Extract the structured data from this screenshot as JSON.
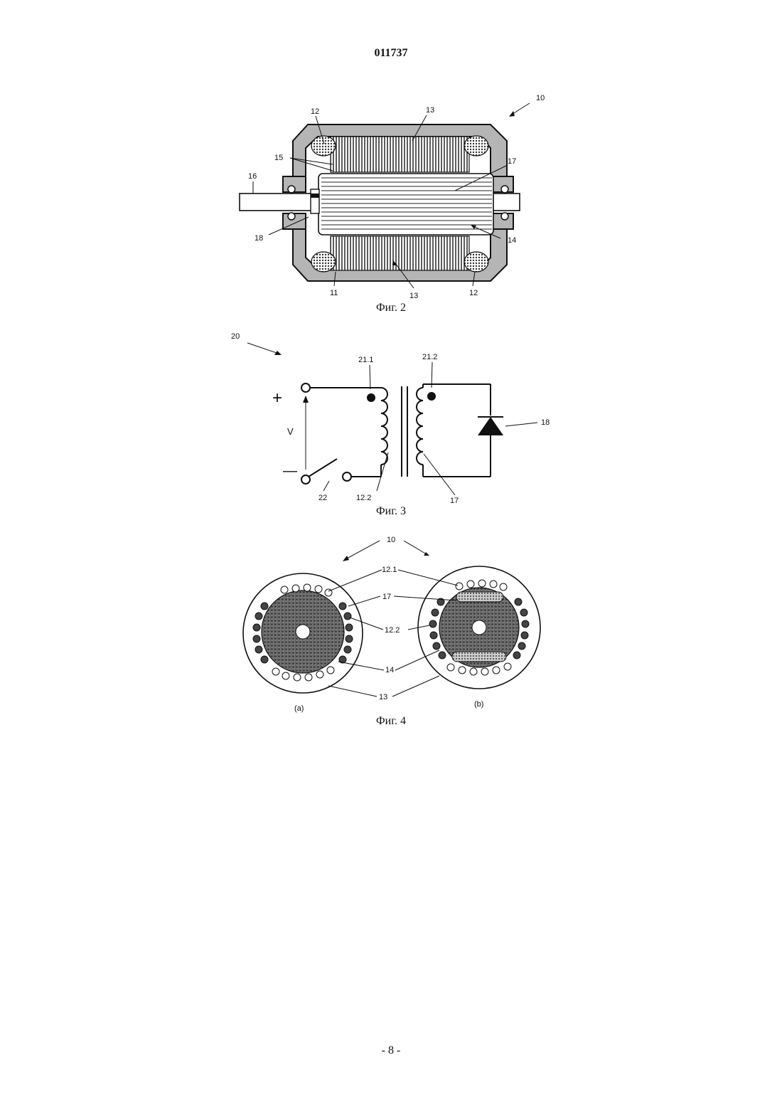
{
  "header": {
    "patent_number": "011737"
  },
  "fig2": {
    "caption": "Фиг. 2",
    "labels": {
      "l10": "10",
      "l12a": "12",
      "l13a": "13",
      "l15": "15",
      "l16": "16",
      "l17": "17",
      "l18": "18",
      "l14": "14",
      "l11": "11",
      "l13b": "13",
      "l12b": "12"
    }
  },
  "fig3": {
    "caption": "Фиг. 3",
    "labels": {
      "l20": "20",
      "l21_1": "21.1",
      "l21_2": "21.2",
      "plus": "+",
      "minus": "—",
      "v": "V",
      "l18": "18",
      "l12_2": "12.2",
      "l22": "22",
      "l17": "17"
    }
  },
  "fig4": {
    "caption": "Фиг. 4",
    "labels": {
      "l10": "10",
      "l12_1": "12.1",
      "l17": "17",
      "l12_2": "12.2",
      "l14": "14",
      "l13": "13",
      "la": "(a)",
      "lb": "(b)"
    }
  },
  "footer": {
    "page": "- 8 -"
  }
}
